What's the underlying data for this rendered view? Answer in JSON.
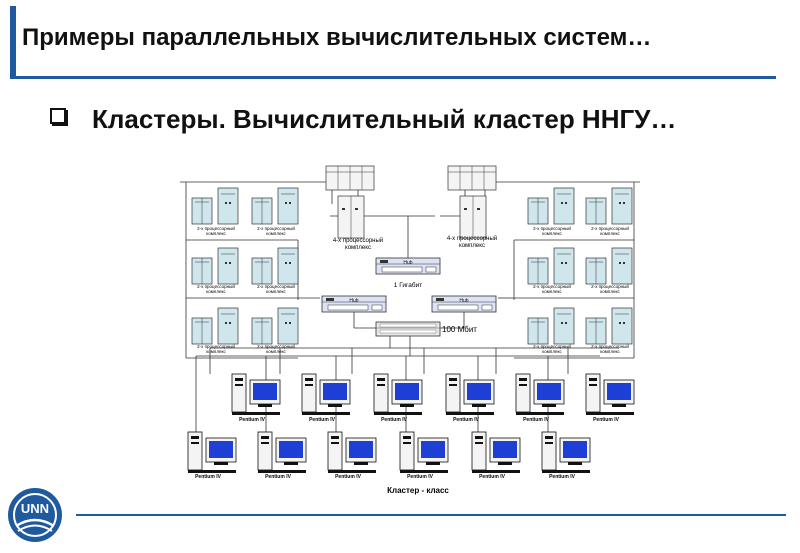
{
  "header": {
    "title": "Примеры параллельных вычислительных систем…"
  },
  "bullet": {
    "text": "Кластеры. Вычислительный кластер ННГУ…"
  },
  "diagram": {
    "dual_label_line1": "2-х процессорный",
    "dual_label_line2": "комплекс",
    "quad_label_line1": "4-х процессорный",
    "quad_label_line2": "комплекс",
    "hub_label": "Hub",
    "gigabit_label": "1 Гигабит",
    "mbit_label": "100 Мбит",
    "pc_label": "Pentium IV",
    "class_label": "Кластер - класс"
  },
  "logo": {
    "text": "UNN"
  },
  "colors": {
    "accent": "#1f5a9e",
    "screen": "#1e3fd6",
    "node": "#cfe6ec"
  }
}
